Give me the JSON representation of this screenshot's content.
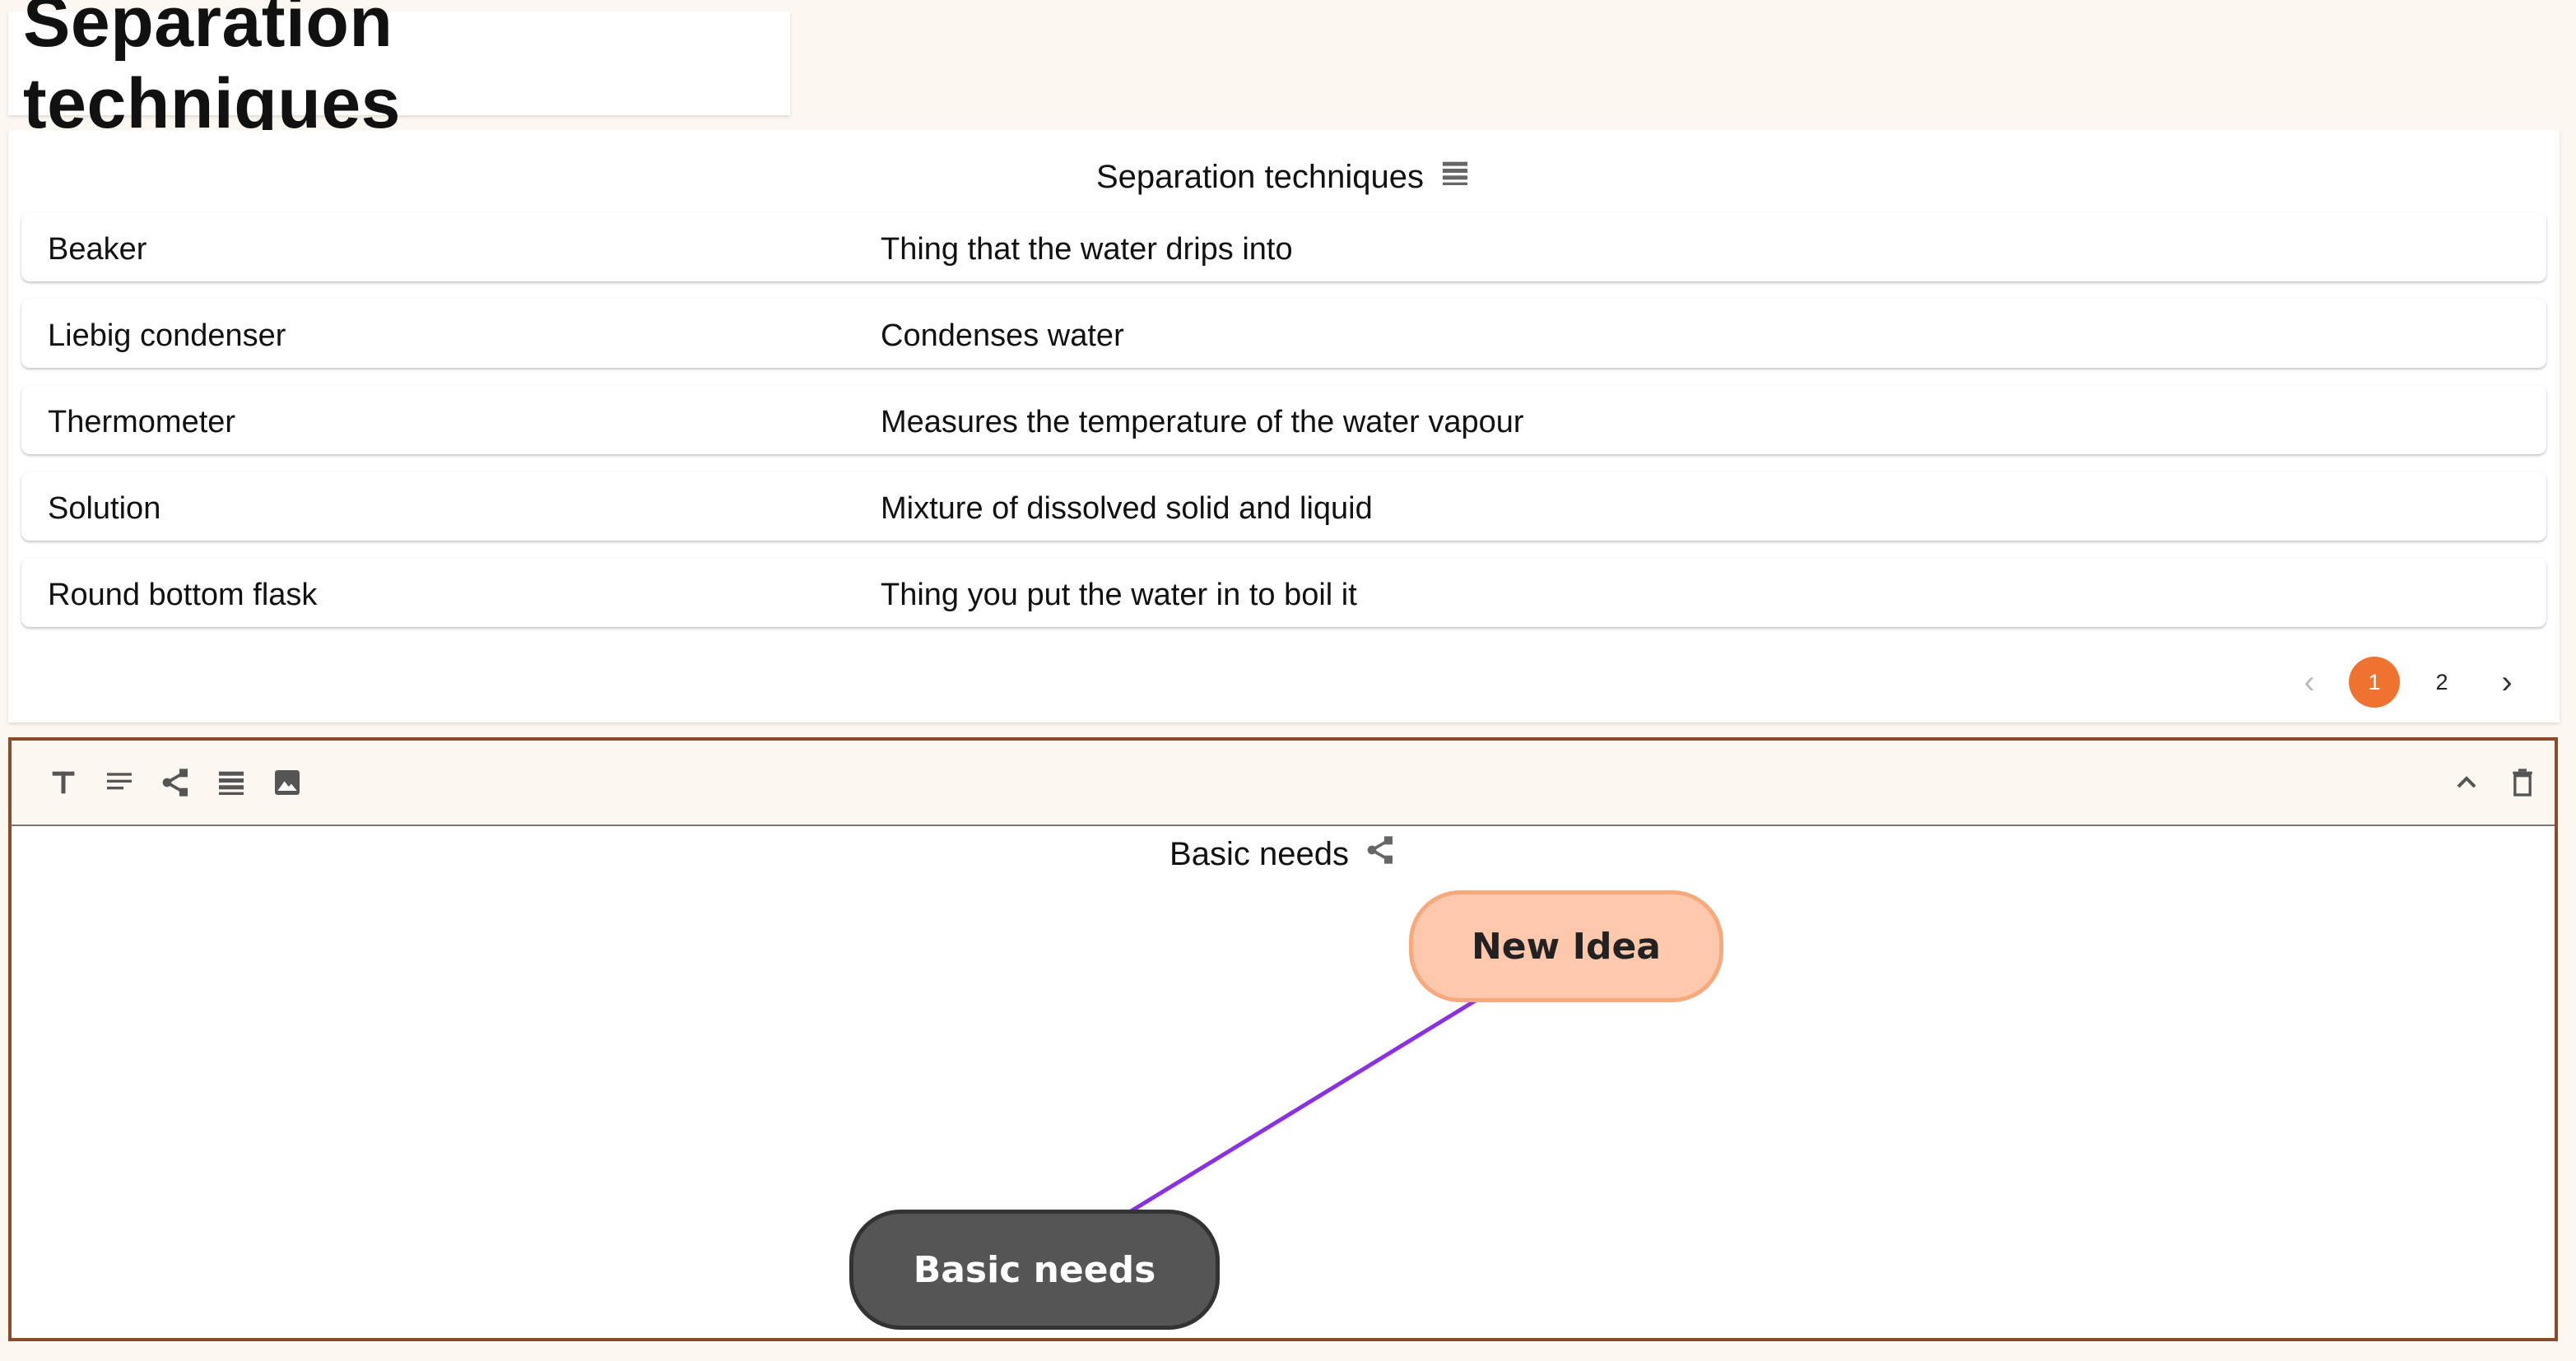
{
  "page": {
    "title": "Separation techniques"
  },
  "list_block": {
    "title": "Separation techniques",
    "title_icon": "list-icon",
    "rows": [
      {
        "term": "Beaker",
        "definition": "Thing that the water drips into"
      },
      {
        "term": "Liebig condenser",
        "definition": "Condenses water"
      },
      {
        "term": "Thermometer",
        "definition": "Measures the temperature of the water vapour"
      },
      {
        "term": "Solution",
        "definition": "Mixture of dissolved solid and liquid"
      },
      {
        "term": "Round bottom flask",
        "definition": "Thing you put the water in to boil it"
      }
    ],
    "pagination": {
      "prev_icon": "chevron-left-icon",
      "next_icon": "chevron-right-icon",
      "pages": [
        "1",
        "2"
      ],
      "current": "1",
      "active_color": "#ee7230"
    }
  },
  "mindmap_block": {
    "toolbar": {
      "tools": [
        "text-icon",
        "paragraph-icon",
        "mindmap-icon",
        "list-icon",
        "image-icon"
      ],
      "right_tools": [
        "chevron-up-icon",
        "trash-icon"
      ]
    },
    "title": "Basic needs",
    "title_icon": "mindmap-icon",
    "border_color": "#8a4b2a",
    "link_color": "#8b32e0",
    "nodes": {
      "idea": {
        "label": "New Idea",
        "fill": "#fec8ad"
      },
      "root": {
        "label": "Basic needs",
        "fill": "#555555"
      }
    }
  }
}
